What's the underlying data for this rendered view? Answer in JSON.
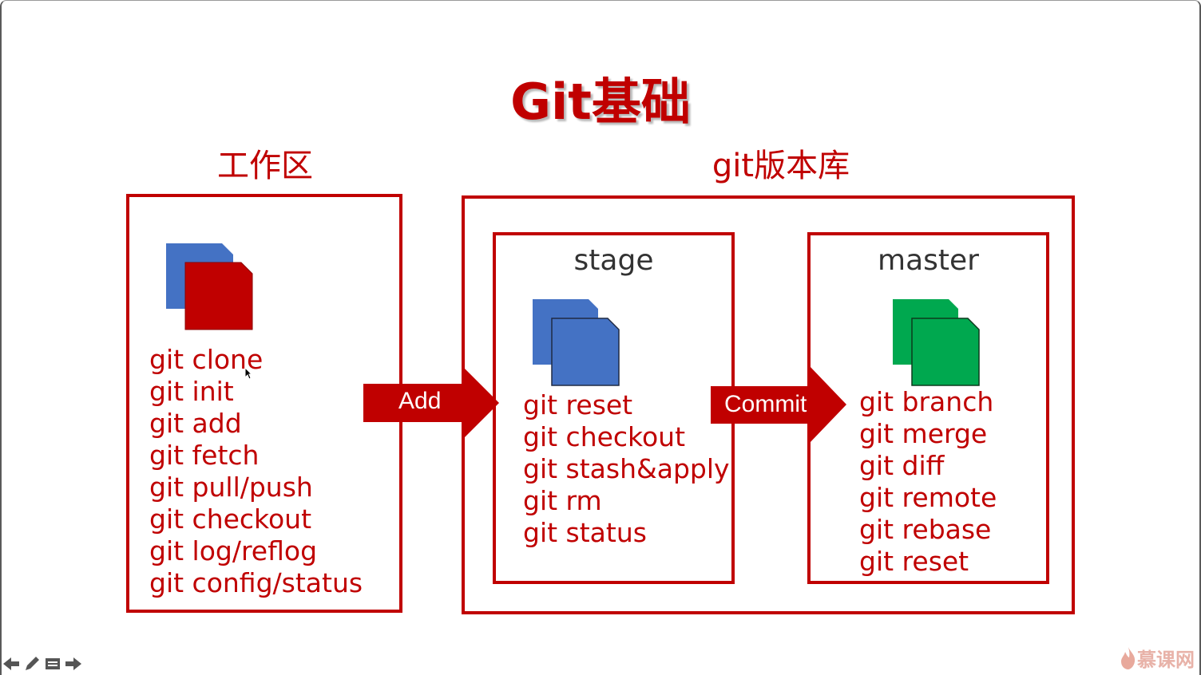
{
  "title": "Git基础",
  "workspace": {
    "heading": "工作区",
    "commands": [
      "git clone",
      "git init",
      "git add",
      "git fetch",
      "git pull/push",
      "git checkout",
      "git log/reflog",
      "git config/status"
    ]
  },
  "repository": {
    "heading": "git版本库",
    "stage": {
      "label": "stage",
      "commands": [
        "git reset",
        "git checkout",
        "git stash&apply",
        "git rm",
        "git status"
      ]
    },
    "master": {
      "label": "master",
      "commands": [
        "git branch",
        "git merge",
        "git diff",
        "git remote",
        "git rebase",
        "git reset"
      ]
    }
  },
  "arrows": {
    "add_label": "Add",
    "commit_label": "Commit"
  },
  "watermark": "慕课网",
  "colors": {
    "accent": "#c00000",
    "blue_doc": "#4472c4",
    "red_doc": "#c00000",
    "green_doc": "#00a84f",
    "label_gray": "#333333"
  },
  "icons": {
    "toolbar": [
      "arrow-left-icon",
      "pen-icon",
      "menu-icon",
      "arrow-right-icon"
    ],
    "watermark": "flame-icon"
  }
}
